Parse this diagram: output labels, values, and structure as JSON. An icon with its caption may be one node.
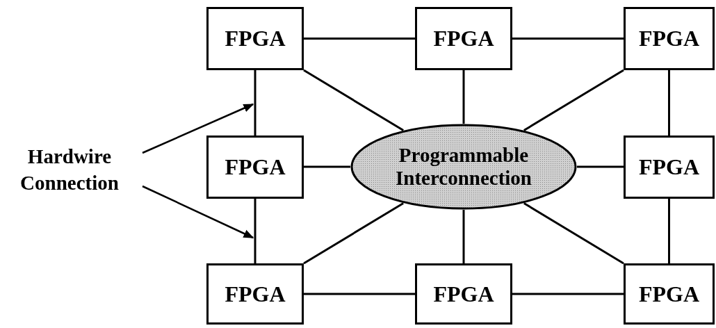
{
  "diagram": {
    "nodes": [
      {
        "text": [
          "FPGA"
        ]
      },
      {
        "text": [
          "FPGA"
        ]
      },
      {
        "text": [
          "FPGA"
        ]
      },
      {
        "text": [
          "Hardwire Connection"
        ]
      },
      {
        "text": [
          "FPGA"
        ]
      },
      {
        "text": [
          "Programmable Interconnection"
        ]
      },
      {
        "text": [
          "FPGA"
        ]
      },
      {
        "text": [
          "FPGA"
        ]
      },
      {
        "text": [
          "FPGA"
        ]
      },
      {
        "text": [
          "FPGA"
        ]
      }
    ],
    "edges": [
      {
        "from": 0,
        "to": 1,
        "arrow": "none"
      },
      {
        "from": 1,
        "to": 2,
        "arrow": "none"
      },
      {
        "from": 0,
        "to": 4,
        "arrow": "none"
      },
      {
        "from": 2,
        "to": 6,
        "arrow": "none"
      },
      {
        "from": 4,
        "to": 7,
        "arrow": "none"
      },
      {
        "from": 6,
        "to": 9,
        "arrow": "none"
      },
      {
        "from": 7,
        "to": 8,
        "arrow": "none"
      },
      {
        "from": 8,
        "to": 9,
        "arrow": "none"
      },
      {
        "from": 0,
        "to": 5,
        "arrow": "none"
      },
      {
        "from": 1,
        "to": 5,
        "arrow": "none"
      },
      {
        "from": 2,
        "to": 5,
        "arrow": "none"
      },
      {
        "from": 4,
        "to": 5,
        "arrow": "none"
      },
      {
        "from": 5,
        "to": 6,
        "arrow": "none"
      },
      {
        "from": 7,
        "to": 5,
        "arrow": "none"
      },
      {
        "from": 8,
        "to": 5,
        "arrow": "none"
      },
      {
        "from": 9,
        "to": 5,
        "arrow": "none"
      },
      {
        "from": 3,
        "to": null,
        "arrow": "to"
      },
      {
        "from": 3,
        "to": null,
        "arrow": "to"
      }
    ]
  }
}
